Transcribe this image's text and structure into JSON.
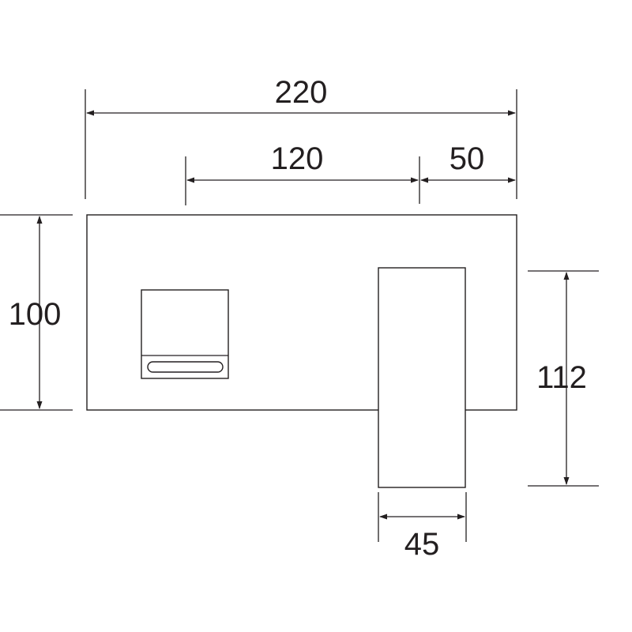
{
  "dimensions": {
    "total_width": "220",
    "handle_offset": "120",
    "spout_offset": "50",
    "plate_height": "100",
    "spout_length": "112",
    "spout_width": "45"
  },
  "colors": {
    "line": "#231f20",
    "background": "#ffffff"
  }
}
